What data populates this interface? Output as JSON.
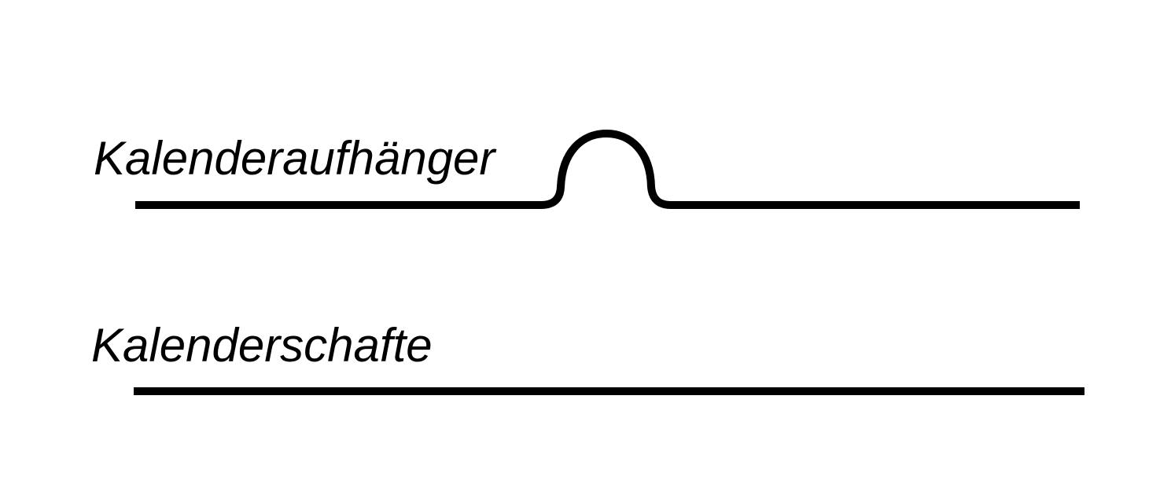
{
  "diagram": {
    "profiles": [
      {
        "label": "Kalenderaufhänger",
        "shape": "line-with-hump"
      },
      {
        "label": "Kalenderschafte",
        "shape": "straight-line"
      }
    ],
    "stroke_color": "#000000",
    "background_color": "#ffffff"
  }
}
